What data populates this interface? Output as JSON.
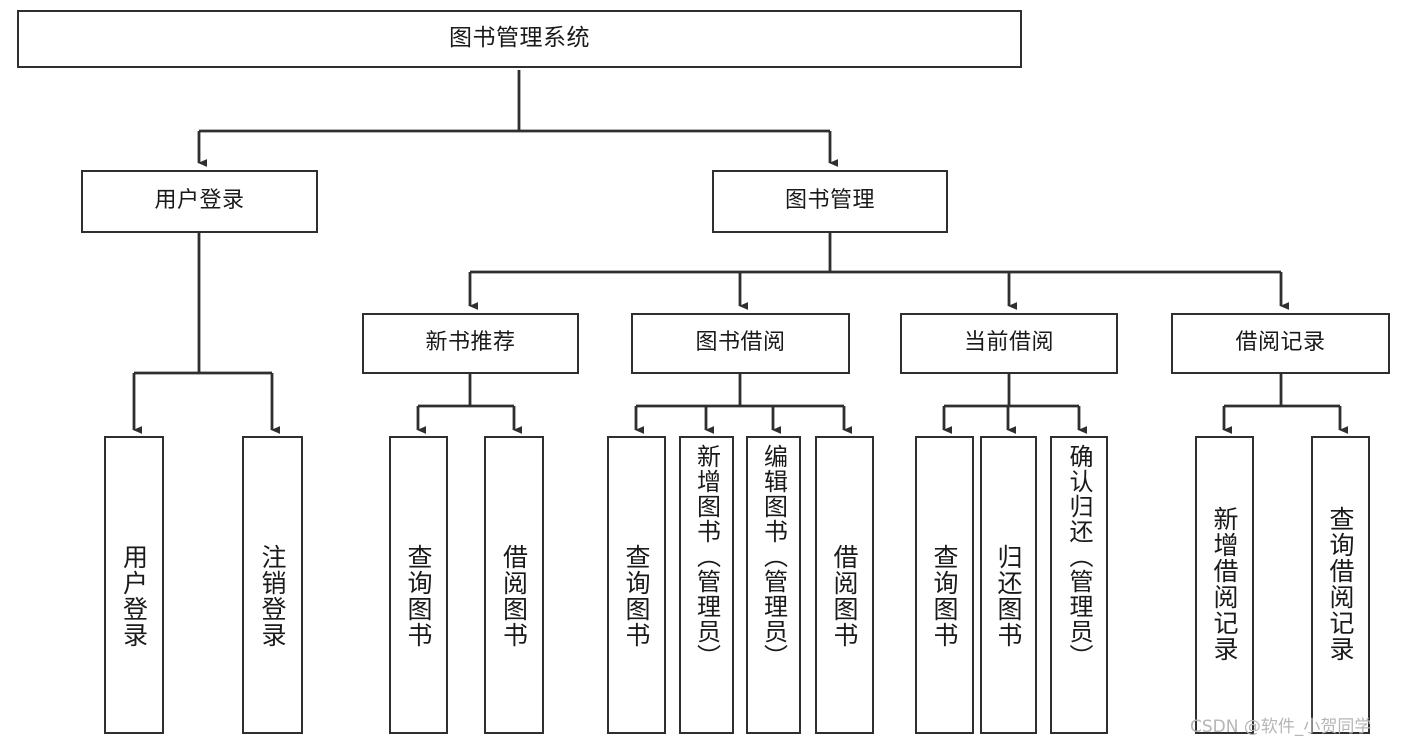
{
  "diagram": {
    "title": "图书管理系统",
    "type": "hierarchy-tree",
    "stroke_color": "#2f2f2f",
    "background_color": "#ffffff",
    "root": {
      "id": "root",
      "label": "图书管理系统"
    },
    "level2": [
      {
        "id": "user-login",
        "label": "用户登录"
      },
      {
        "id": "book-management",
        "label": "图书管理"
      }
    ],
    "level3": [
      {
        "id": "new-book-recommend",
        "label": "新书推荐",
        "parent": "book-management"
      },
      {
        "id": "book-borrow",
        "label": "图书借阅",
        "parent": "book-management"
      },
      {
        "id": "current-borrow",
        "label": "当前借阅",
        "parent": "book-management"
      },
      {
        "id": "borrow-record",
        "label": "借阅记录",
        "parent": "book-management"
      }
    ],
    "leaves": {
      "user-login": [
        {
          "id": "leaf-user-login",
          "label": "用户登录"
        },
        {
          "id": "leaf-logout",
          "label": "注销登录"
        }
      ],
      "new-book-recommend": [
        {
          "id": "leaf-query-book-1",
          "label": "查询图书"
        },
        {
          "id": "leaf-borrow-book-1",
          "label": "借阅图书"
        }
      ],
      "book-borrow": [
        {
          "id": "leaf-query-book-2",
          "label": "查询图书"
        },
        {
          "id": "leaf-add-book",
          "label": "新增图书（管理员）"
        },
        {
          "id": "leaf-edit-book",
          "label": "编辑图书（管理员）"
        },
        {
          "id": "leaf-borrow-book-2",
          "label": "借阅图书"
        }
      ],
      "current-borrow": [
        {
          "id": "leaf-query-book-3",
          "label": "查询图书"
        },
        {
          "id": "leaf-return-book",
          "label": "归还图书"
        },
        {
          "id": "leaf-confirm-return",
          "label": "确认归还（管理员）"
        }
      ],
      "borrow-record": [
        {
          "id": "leaf-add-record",
          "label": "新增借阅记录"
        },
        {
          "id": "leaf-query-record",
          "label": "查询借阅记录"
        }
      ]
    }
  },
  "watermark": {
    "text": "CSDN @软件_小贺同学"
  }
}
